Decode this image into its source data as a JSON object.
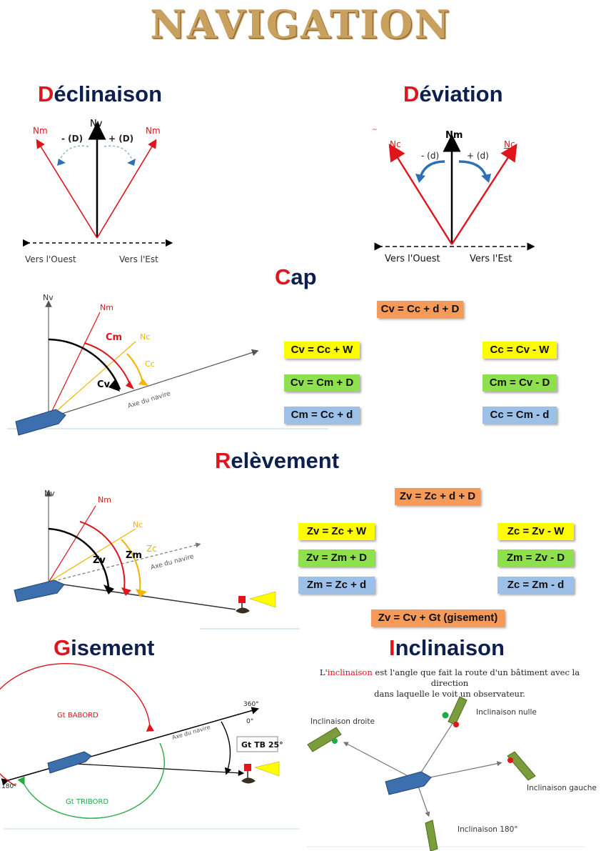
{
  "title": "NAVIGATION",
  "sections": {
    "declinaison": {
      "first": "D",
      "rest": "éclinaison"
    },
    "deviation": {
      "first": "D",
      "rest": "éviation"
    },
    "cap": {
      "first": "C",
      "rest": "ap"
    },
    "relevement": {
      "first": "R",
      "rest": "elèvement"
    },
    "gisement": {
      "first": "G",
      "rest": "isement"
    },
    "inclinaison": {
      "first": "I",
      "rest": "nclinaison"
    }
  },
  "declinaison_diagram": {
    "nv": "Nv",
    "nm_left": "Nm",
    "nm_right": "Nm",
    "minus": "- (D)",
    "plus": "+ (D)",
    "west": "Vers l'Ouest",
    "east": "Vers l'Est"
  },
  "deviation_diagram": {
    "nm": "Nm",
    "nc_left": "Nc",
    "nc_right": "Nc",
    "minus": "- (d)",
    "plus": "+ (d)",
    "west": "Vers l'Ouest",
    "east": "Vers l'Est"
  },
  "cap_diagram": {
    "nv": "Nv",
    "nm": "Nm",
    "nc": "Nc",
    "cm": "Cm",
    "cc": "Cc",
    "cv": "Cv",
    "axe": "Axe du navire"
  },
  "cap_formulas": {
    "main": "Cv = Cc + d + D",
    "cv_cc": "Cv = Cc + W",
    "cc_cv": "Cc = Cv - W",
    "cv_cm": "Cv = Cm + D",
    "cm_cv": "Cm = Cv - D",
    "cm_cc": "Cm = Cc + d",
    "cc_cm": "Cc = Cm - d"
  },
  "relevement_diagram": {
    "nv": "Nv",
    "nm": "Nm",
    "nc": "Nc",
    "zm": "Zm",
    "zc": "Zc",
    "zv": "Zv",
    "axe": "Axe du navire"
  },
  "relevement_formulas": {
    "main": "Zv = Zc + d + D",
    "zv_zc": "Zv = Zc + W",
    "zc_zv": "Zc = Zv - W",
    "zv_zm": "Zv = Zm + D",
    "zm_zv": "Zm = Zv - D",
    "zm_zc": "Zm = Zc + d",
    "zc_zm": "Zc = Zm - d",
    "gisement": "Zv = Cv + Gt (gisement)"
  },
  "gisement_diagram": {
    "babord": "Gt BABORD",
    "tribord": "Gt TRIBORD",
    "gt_tb": "Gt TB 25°",
    "deg360": "360°",
    "deg0": "0°",
    "deg180": "180°",
    "axe": "Axe du navire"
  },
  "inclinaison_diagram": {
    "desc_word": "inclinaison",
    "desc_pre": "L'",
    "desc_line1": " est l'angle que fait la route d'un bâtiment avec la direction",
    "desc_line2": "dans laquelle le voit un observateur.",
    "droite": "Inclinaison droite",
    "nulle": "Inclinaison nulle",
    "gauche": "Inclinaison gauche",
    "deg180": "Inclinaison 180°"
  },
  "colors": {
    "red": "#e0141b",
    "navy": "#0d1f4e",
    "gold": "#c9a15f",
    "orange": "#f59a58",
    "yellow": "#fdfd00",
    "green": "#8ee04e",
    "blue": "#9dc0e8",
    "boat": "#4a7fc0"
  }
}
